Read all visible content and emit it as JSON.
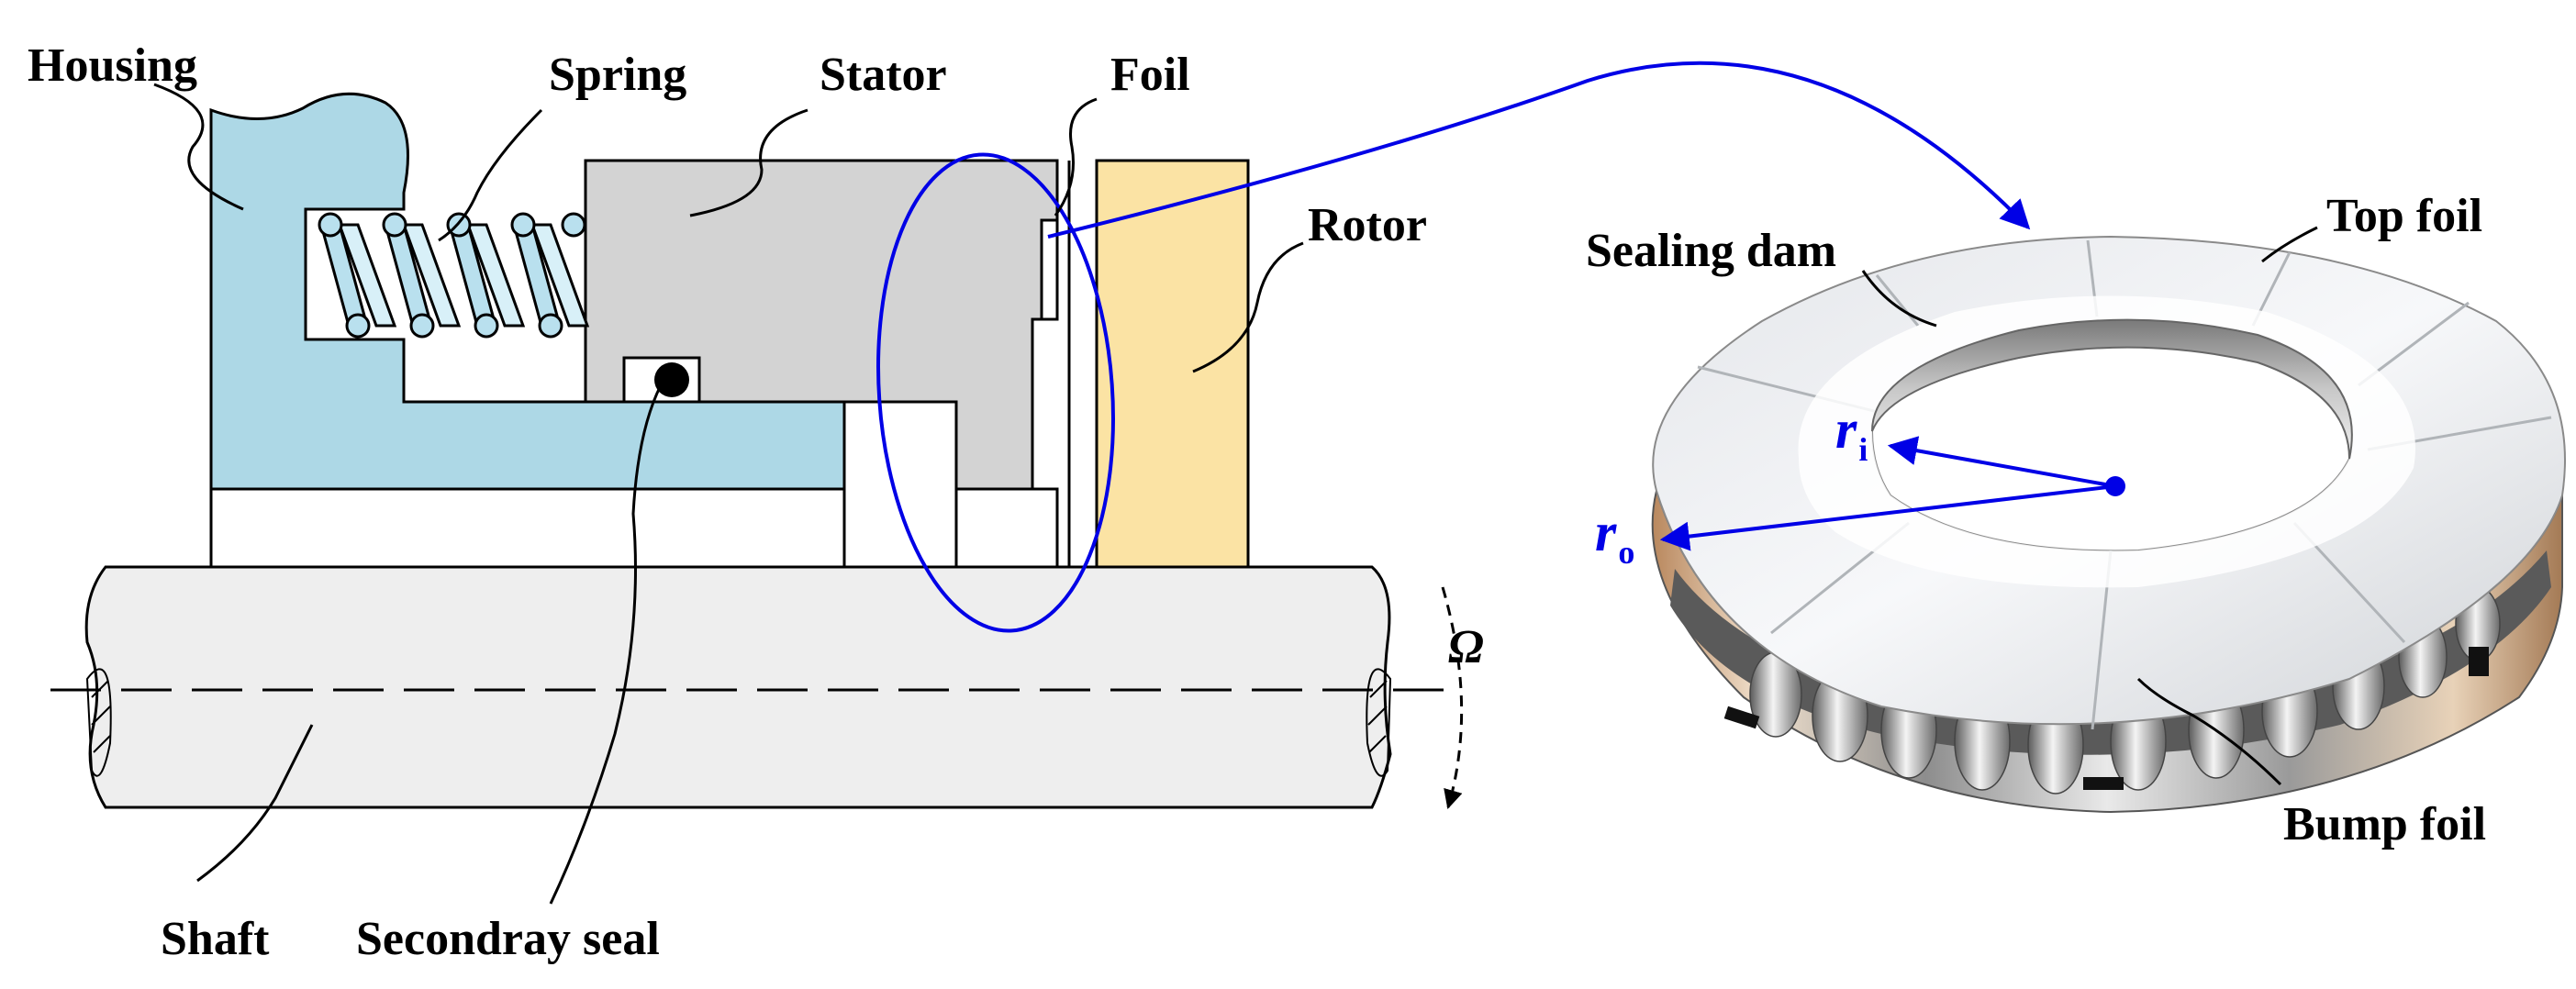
{
  "labels": {
    "housing": "Housing",
    "spring": "Spring",
    "stator": "Stator",
    "foil": "Foil",
    "rotor": "Rotor",
    "shaft": "Shaft",
    "secondary_seal": "Secondray seal",
    "sealing_dam": "Sealing dam",
    "top_foil": "Top foil",
    "bump_foil": "Bump foil"
  },
  "symbols": {
    "omega": "Ω",
    "r_inner": "r",
    "r_inner_sub": "i",
    "r_outer": "r",
    "r_outer_sub": "o"
  },
  "colors": {
    "housing": "#add8e6",
    "stator": "#d3d3d3",
    "rotor": "#fbe3a4",
    "shaft": "#eeeeee",
    "annotation": "#0000e6",
    "outline": "#000000"
  }
}
